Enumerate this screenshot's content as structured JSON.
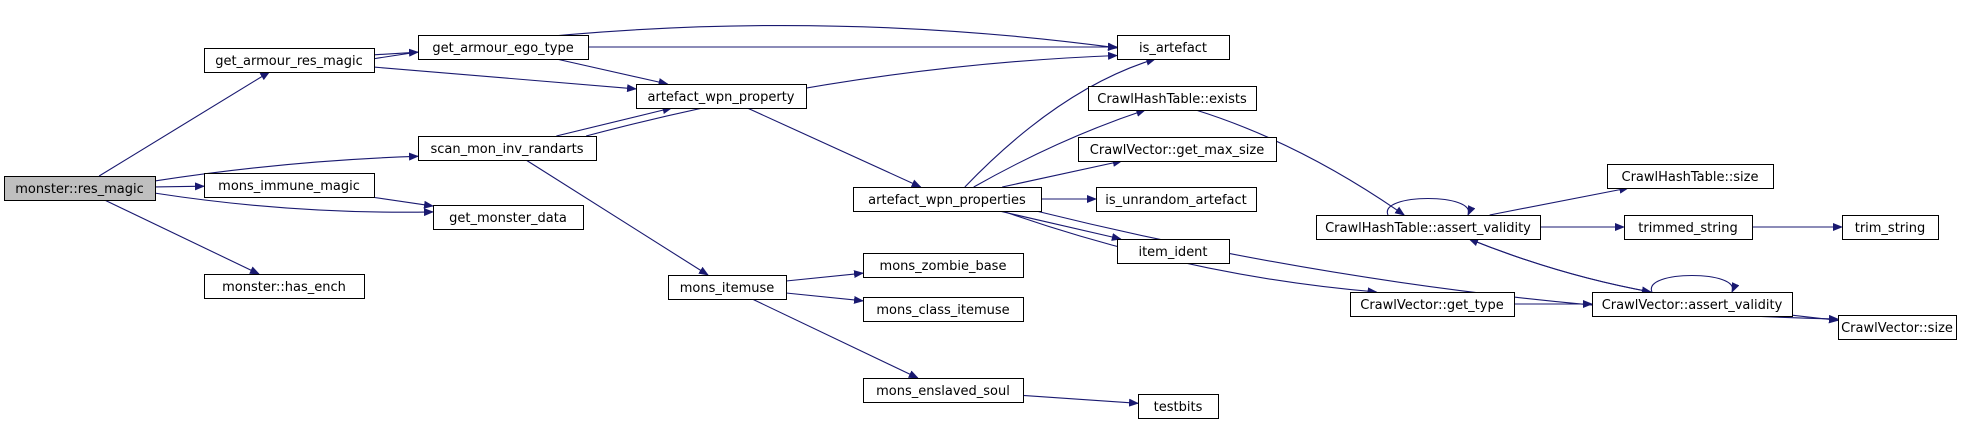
{
  "diagram": {
    "type": "call-graph",
    "colors": {
      "edge": "#191970",
      "root_fill": "#bfbfbf",
      "node_fill": "#ffffff",
      "border": "#000000"
    },
    "nodes": [
      {
        "id": "res_magic",
        "label": "monster::res_magic",
        "root": true
      },
      {
        "id": "get_armour_res_magic",
        "label": "get_armour_res_magic"
      },
      {
        "id": "scan_mon_inv_randarts",
        "label": "scan_mon_inv_randarts"
      },
      {
        "id": "mons_immune_magic",
        "label": "mons_immune_magic"
      },
      {
        "id": "get_monster_data",
        "label": "get_monster_data"
      },
      {
        "id": "has_ench",
        "label": "monster::has_ench"
      },
      {
        "id": "get_armour_ego_type",
        "label": "get_armour_ego_type"
      },
      {
        "id": "artefact_wpn_property",
        "label": "artefact_wpn_property"
      },
      {
        "id": "is_artefact",
        "label": "is_artefact"
      },
      {
        "id": "mons_itemuse",
        "label": "mons_itemuse"
      },
      {
        "id": "artefact_wpn_properties",
        "label": "artefact_wpn_properties"
      },
      {
        "id": "mons_zombie_base",
        "label": "mons_zombie_base"
      },
      {
        "id": "mons_class_itemuse",
        "label": "mons_class_itemuse"
      },
      {
        "id": "mons_enslaved_soul",
        "label": "mons_enslaved_soul"
      },
      {
        "id": "ht_exists",
        "label": "CrawlHashTable::exists"
      },
      {
        "id": "cv_get_max_size",
        "label": "CrawlVector::get_max_size"
      },
      {
        "id": "is_unrandom_artefact",
        "label": "is_unrandom_artefact"
      },
      {
        "id": "item_ident",
        "label": "item_ident"
      },
      {
        "id": "cv_get_type",
        "label": "CrawlVector::get_type"
      },
      {
        "id": "testbits",
        "label": "testbits"
      },
      {
        "id": "ht_assert_validity",
        "label": "CrawlHashTable::assert_validity"
      },
      {
        "id": "ht_size",
        "label": "CrawlHashTable::size"
      },
      {
        "id": "trimmed_string",
        "label": "trimmed_string"
      },
      {
        "id": "trim_string",
        "label": "trim_string"
      },
      {
        "id": "cv_assert_validity",
        "label": "CrawlVector::assert_validity"
      },
      {
        "id": "cv_size",
        "label": "CrawlVector::size"
      }
    ],
    "edges": [
      [
        "res_magic",
        "get_armour_res_magic"
      ],
      [
        "res_magic",
        "scan_mon_inv_randarts"
      ],
      [
        "res_magic",
        "mons_immune_magic"
      ],
      [
        "res_magic",
        "get_monster_data"
      ],
      [
        "res_magic",
        "has_ench"
      ],
      [
        "get_armour_res_magic",
        "get_armour_ego_type"
      ],
      [
        "get_armour_res_magic",
        "is_artefact"
      ],
      [
        "get_armour_res_magic",
        "artefact_wpn_property"
      ],
      [
        "get_armour_ego_type",
        "is_artefact"
      ],
      [
        "get_armour_ego_type",
        "artefact_wpn_property"
      ],
      [
        "scan_mon_inv_randarts",
        "artefact_wpn_property"
      ],
      [
        "scan_mon_inv_randarts",
        "is_artefact"
      ],
      [
        "scan_mon_inv_randarts",
        "mons_itemuse"
      ],
      [
        "mons_immune_magic",
        "get_monster_data"
      ],
      [
        "artefact_wpn_property",
        "artefact_wpn_properties"
      ],
      [
        "artefact_wpn_properties",
        "is_artefact"
      ],
      [
        "artefact_wpn_properties",
        "ht_exists"
      ],
      [
        "artefact_wpn_properties",
        "cv_get_max_size"
      ],
      [
        "artefact_wpn_properties",
        "is_unrandom_artefact"
      ],
      [
        "artefact_wpn_properties",
        "item_ident"
      ],
      [
        "artefact_wpn_properties",
        "cv_get_type"
      ],
      [
        "artefact_wpn_properties",
        "cv_size"
      ],
      [
        "mons_itemuse",
        "mons_zombie_base"
      ],
      [
        "mons_itemuse",
        "mons_class_itemuse"
      ],
      [
        "mons_itemuse",
        "mons_enslaved_soul"
      ],
      [
        "mons_enslaved_soul",
        "testbits"
      ],
      [
        "ht_exists",
        "ht_assert_validity"
      ],
      [
        "ht_assert_validity",
        "ht_assert_validity"
      ],
      [
        "ht_assert_validity",
        "ht_size"
      ],
      [
        "ht_assert_validity",
        "trimmed_string"
      ],
      [
        "ht_assert_validity",
        "cv_assert_validity"
      ],
      [
        "trimmed_string",
        "trim_string"
      ],
      [
        "cv_get_type",
        "cv_assert_validity"
      ],
      [
        "cv_assert_validity",
        "cv_assert_validity"
      ],
      [
        "cv_assert_validity",
        "ht_assert_validity"
      ],
      [
        "cv_assert_validity",
        "cv_size"
      ]
    ]
  }
}
